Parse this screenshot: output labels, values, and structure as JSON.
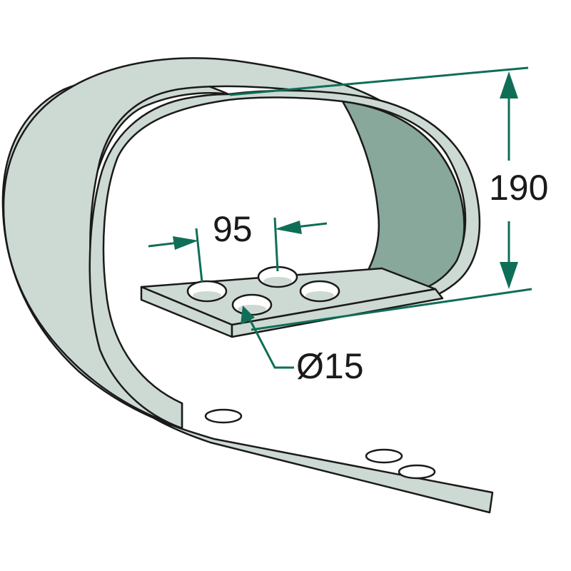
{
  "dimensions": {
    "width_spacing": "95",
    "height": "190",
    "hole_diameter": "Ø15"
  },
  "colors": {
    "outline": "#1a1a1a",
    "steel_light": "#cdd9d3",
    "steel_dark": "#87a89a",
    "dimension": "#0f6e57"
  }
}
